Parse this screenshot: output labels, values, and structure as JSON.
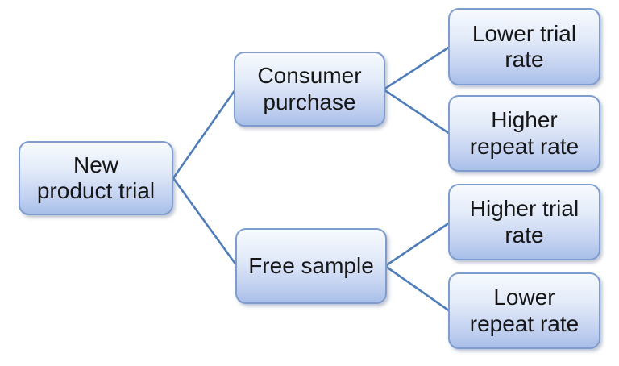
{
  "diagram": {
    "type": "decision-tree",
    "root": {
      "label": "New\nproduct trial"
    },
    "branches": [
      {
        "label": "Consumer\npurchase",
        "children": [
          {
            "label": "Lower trial\nrate"
          },
          {
            "label": "Higher\nrepeat rate"
          }
        ]
      },
      {
        "label": "Free sample",
        "children": [
          {
            "label": "Higher trial\nrate"
          },
          {
            "label": "Lower\nrepeat rate"
          }
        ]
      }
    ],
    "colors": {
      "node_fill_top": "#f7fafe",
      "node_fill_bottom": "#a9bfe9",
      "node_border": "#7e9dce",
      "connector": "#4f7dba",
      "text": "#161616",
      "background": "#ffffff"
    }
  }
}
